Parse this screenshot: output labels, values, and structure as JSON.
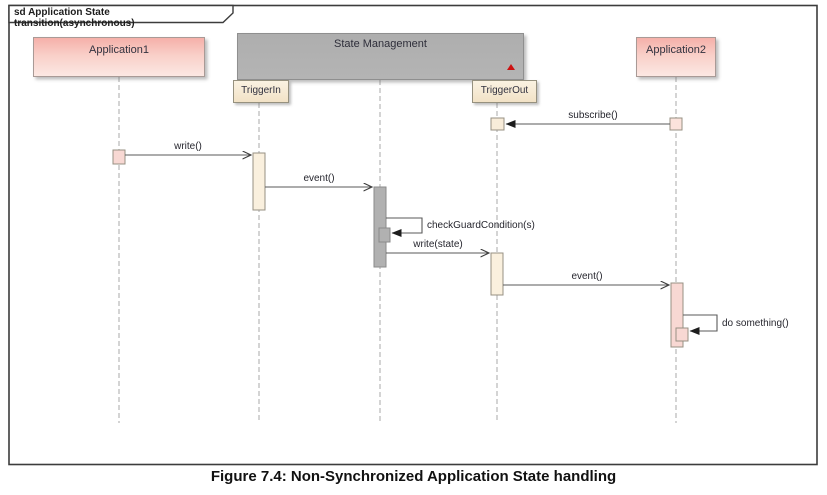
{
  "frame": {
    "label": "sd Application State transition(asynchronous)"
  },
  "participants": {
    "application1": {
      "label": "Application1"
    },
    "state_management": {
      "label": "State Management"
    },
    "trigger_in": {
      "label": "TriggerIn"
    },
    "trigger_out": {
      "label": "TriggerOut"
    },
    "application2": {
      "label": "Application2"
    }
  },
  "messages": [
    {
      "label": "subscribe()",
      "from": "Application2",
      "to": "TriggerOut",
      "arrow": "filled"
    },
    {
      "label": "write()",
      "from": "Application1",
      "to": "TriggerIn",
      "arrow": "open"
    },
    {
      "label": "event()",
      "from": "TriggerIn",
      "to": "State Management",
      "arrow": "open"
    },
    {
      "label": "checkGuardCondition(s)",
      "from": "State Management",
      "to": "State Management",
      "arrow": "filled-self"
    },
    {
      "label": "write(state)",
      "from": "State Management",
      "to": "TriggerOut",
      "arrow": "open"
    },
    {
      "label": "event()",
      "from": "TriggerOut",
      "to": "Application2",
      "arrow": "open"
    },
    {
      "label": "do something()",
      "from": "Application2",
      "to": "Application2",
      "arrow": "filled-self"
    }
  ],
  "caption": "Figure 7.4: Non-Synchronized Application State handling",
  "colors": {
    "application_fill_top": "#f5b0a9",
    "application_fill_bottom": "#fce8e3",
    "state_management_fill": "#b1b1b1",
    "trigger_fill": "#f8eed9",
    "activation_pink": "#f8d8d3",
    "activation_cream": "#faf0de",
    "activation_gray": "#b1b1b1",
    "arrow_line": "#5a5a5a",
    "lifeline": "#b0b0b0",
    "frame_border": "#3c3c3c",
    "red_marker": "#cc1111"
  }
}
